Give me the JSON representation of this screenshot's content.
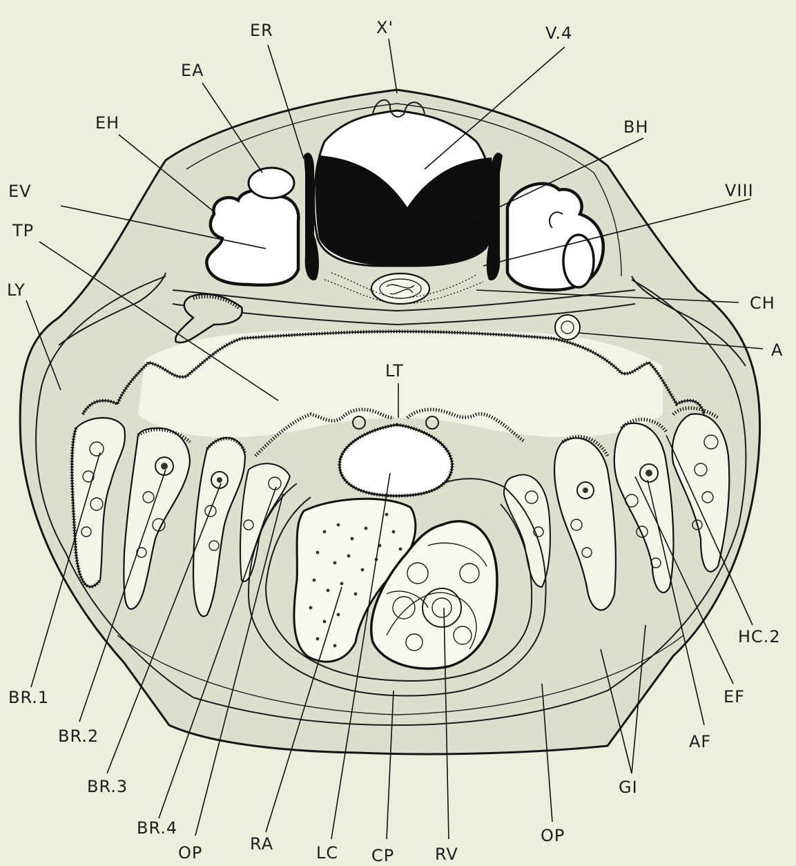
{
  "labels": {
    "x": "X'",
    "er": "ER",
    "v4": "V.4",
    "ea": "EA",
    "eh": "EH",
    "bh": "BH",
    "ev": "EV",
    "viii": "VIII",
    "tp": "TP",
    "ly": "LY",
    "ch": "CH",
    "a": "A",
    "lt": "LT",
    "hc2": "HC.2",
    "br1": "BR.1",
    "br2": "BR.2",
    "br3": "BR.3",
    "br4": "BR.4",
    "ef": "EF",
    "af": "AF",
    "gi": "GI",
    "op_left": "OP",
    "ra": "RA",
    "lc": "LC",
    "cp": "CP",
    "rv": "RV",
    "op_right": "OP"
  }
}
